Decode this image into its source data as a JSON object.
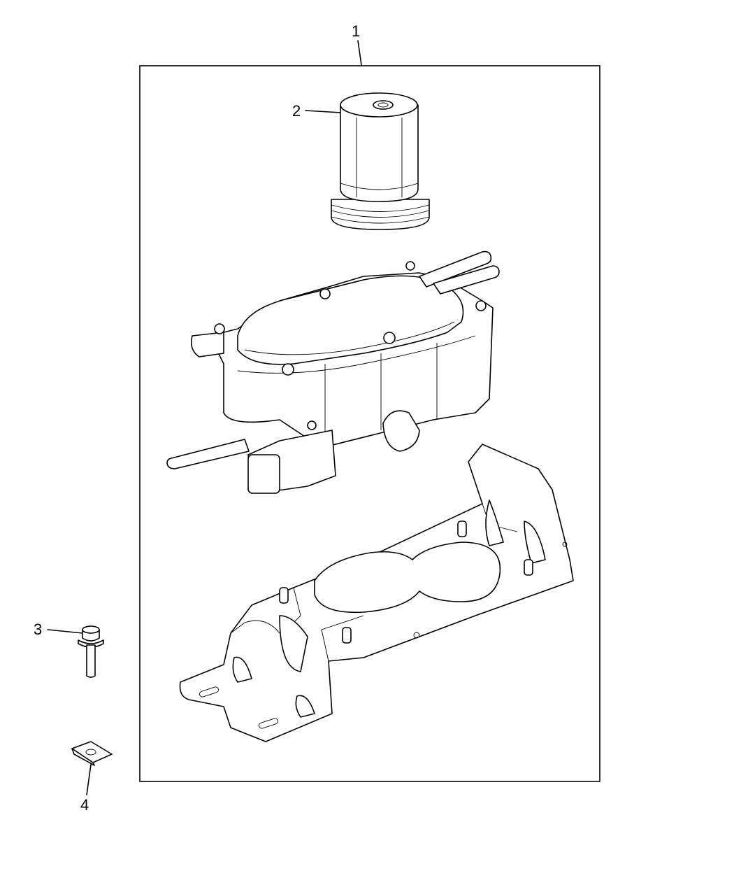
{
  "diagram": {
    "type": "exploded-parts-diagram",
    "callouts": [
      {
        "number": "1",
        "part": "assembly-frame"
      },
      {
        "number": "2",
        "part": "filter-element"
      },
      {
        "number": "3",
        "part": "bolt"
      },
      {
        "number": "4",
        "part": "clip-nut"
      }
    ]
  }
}
